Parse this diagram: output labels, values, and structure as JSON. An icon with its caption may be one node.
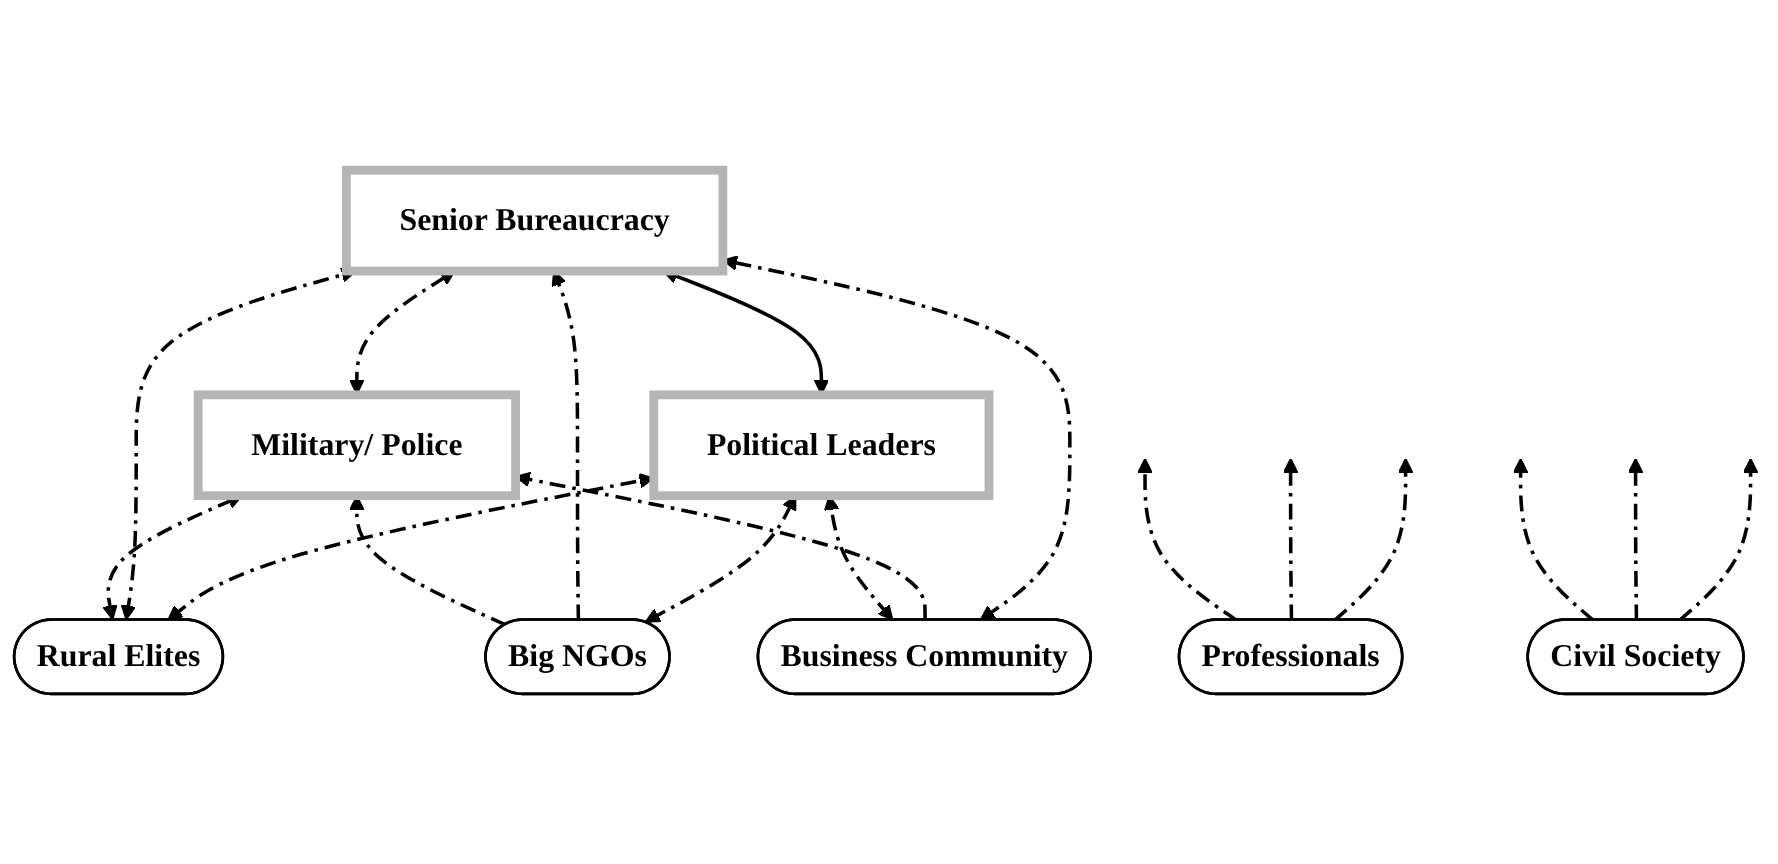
{
  "diagram": {
    "nodes": [
      {
        "text": [
          "Military/ Police"
        ]
      },
      {
        "text": [
          "Senior Bureaucracy"
        ]
      },
      {
        "text": [
          "Political Leaders"
        ]
      },
      {
        "text": [
          "Rural Elites"
        ]
      },
      {
        "text": [
          "Big NGOs"
        ]
      },
      {
        "text": [
          "Business Community"
        ]
      },
      {
        "text": [
          "Professionals"
        ]
      },
      {
        "text": [
          "Civil Society"
        ]
      }
    ],
    "edges": [
      {
        "from": 0,
        "to": 1,
        "arrow": "both",
        "style": "dashed"
      },
      {
        "from": 1,
        "to": 2,
        "arrow": "both"
      },
      {
        "from": 0,
        "to": 3,
        "arrow": "both",
        "style": "dashed"
      },
      {
        "from": 2,
        "to": 5,
        "arrow": "both",
        "style": "dashed"
      },
      {
        "from": 1,
        "to": 3,
        "arrow": "both",
        "style": "dashed"
      },
      {
        "from": 2,
        "to": 3,
        "arrow": "both",
        "style": "dashed"
      },
      {
        "from": 4,
        "to": 0,
        "arrow": "to",
        "style": "dashed"
      },
      {
        "from": 4,
        "to": 1,
        "arrow": "to",
        "style": "dashed"
      },
      {
        "from": 2,
        "to": 4,
        "arrow": "both",
        "style": "dashed"
      },
      {
        "from": 5,
        "to": 0,
        "arrow": "to",
        "style": "dashed"
      },
      {
        "from": 1,
        "to": 5,
        "arrow": "both",
        "style": "dashed"
      },
      {
        "from": 6,
        "to": null,
        "arrow": "to",
        "style": "dashed"
      },
      {
        "from": 6,
        "to": null,
        "arrow": "to",
        "style": "dashed"
      },
      {
        "from": 6,
        "to": null,
        "arrow": "to",
        "style": "dashed"
      },
      {
        "from": 7,
        "to": null,
        "arrow": "to",
        "style": "dashed"
      },
      {
        "from": 7,
        "to": null,
        "arrow": "to",
        "style": "dashed"
      },
      {
        "from": 7,
        "to": null,
        "arrow": "to",
        "style": "dashed"
      }
    ]
  }
}
